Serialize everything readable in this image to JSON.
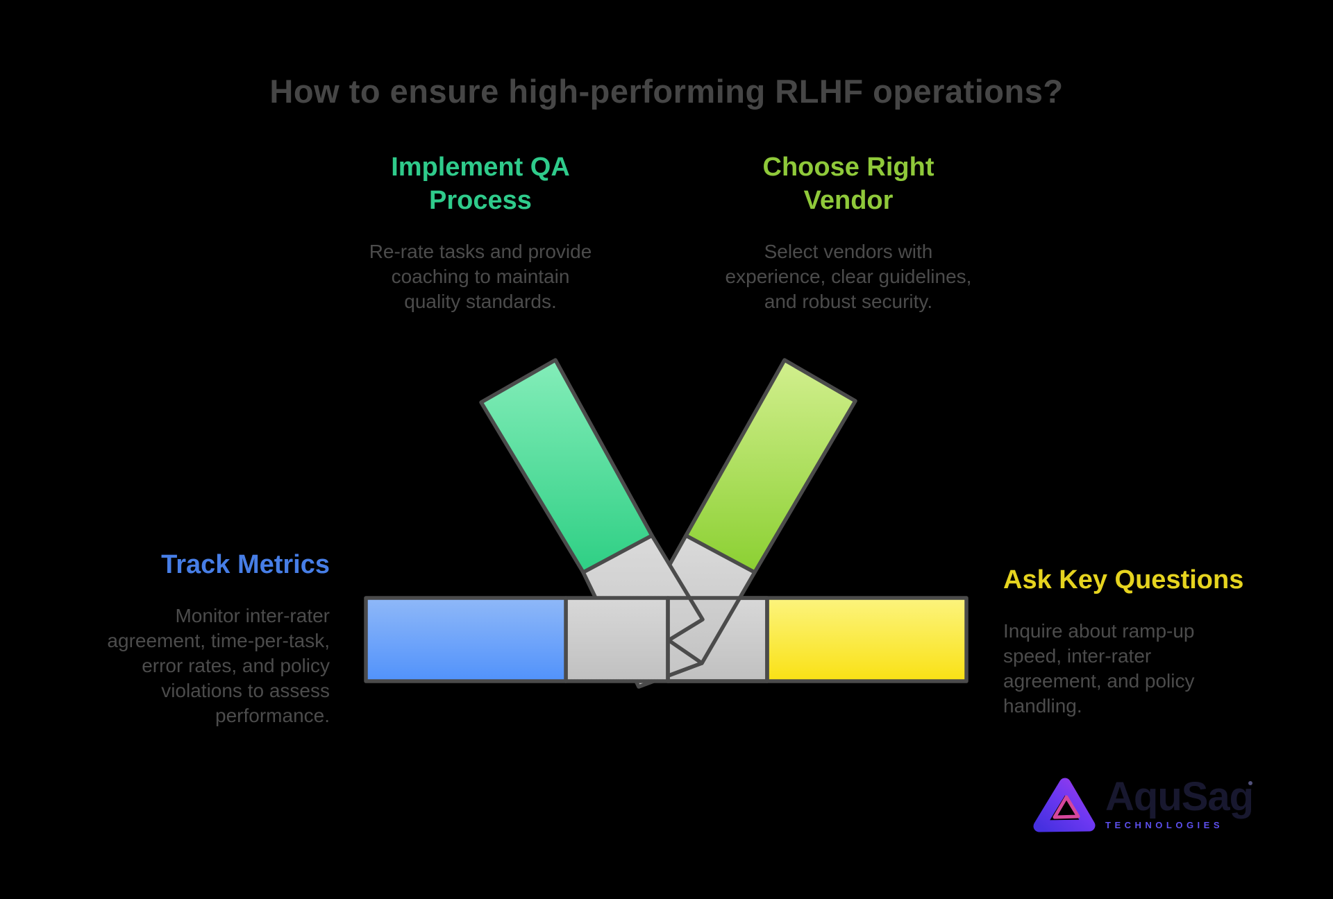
{
  "title": "How to ensure high-performing RLHF operations?",
  "sections": {
    "qa": {
      "heading": "Implement QA\nProcess",
      "body": "Re-rate tasks and provide\ncoaching to maintain\nquality standards.",
      "accent_color": "#2fcb8b"
    },
    "vendor": {
      "heading": "Choose Right\nVendor",
      "body": "Select vendors with\nexperience, clear guidelines,\nand robust security.",
      "accent_color": "#8fc93a"
    },
    "metrics": {
      "heading": "Track Metrics",
      "body": "Monitor inter-rater\nagreement, time-per-task,\nerror rates, and policy\nviolations to assess\nperformance.",
      "accent_color": "#477ee6"
    },
    "questions": {
      "heading": "Ask Key Questions",
      "body": "Inquire about ramp-up\nspeed, inter-rater\nagreement, and policy\nhandling.",
      "accent_color": "#e6d41f"
    }
  },
  "diagram": {
    "description": "Two diagonal ribbons (green and lime) crossing into a horizontal bar of blue, gray and yellow segments",
    "colors": {
      "ribbon_green_top": "#84edb9",
      "ribbon_green_bottom": "#2ecf84",
      "ribbon_lime_top": "#d2ef8e",
      "ribbon_lime_bottom": "#8bd032",
      "ribbon_gray_top": "#dadada",
      "ribbon_gray_bottom": "#c4c4c4",
      "bar_blue_top": "#8fb8f8",
      "bar_blue_bottom": "#5192fb",
      "bar_gray_top": "#d8d8d8",
      "bar_gray_bottom": "#c0c0c0",
      "bar_yellow_top": "#fcf47e",
      "bar_yellow_bottom": "#f9e114",
      "outline": "#4b4b4b",
      "background": "#000000",
      "title_color": "#464646",
      "body_text_color": "#4c4c4c"
    }
  },
  "logo": {
    "name": "AquSag",
    "subtitle": "TECHNOLOGIES",
    "name_color": "#18182f",
    "subtitle_color": "#5d50ee"
  }
}
